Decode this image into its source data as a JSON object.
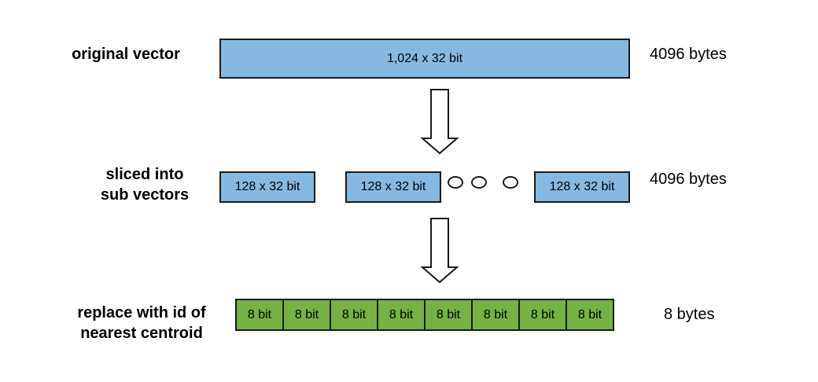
{
  "rows": {
    "original": {
      "label": "original vector",
      "box": "1,024 x 32 bit",
      "size": "4096 bytes"
    },
    "sliced": {
      "label_line1": "sliced into",
      "label_line2": "sub vectors",
      "boxes": [
        "128 x 32 bit",
        "128 x 32 bit",
        "128 x 32 bit"
      ],
      "size": "4096 bytes"
    },
    "replaced": {
      "label_line1": "replace with id of",
      "label_line2": "nearest centroid",
      "cells": [
        "8 bit",
        "8 bit",
        "8 bit",
        "8 bit",
        "8 bit",
        "8 bit",
        "8 bit",
        "8 bit"
      ],
      "size": "8 bytes"
    }
  },
  "colors": {
    "blue": "#86b9e0",
    "green": "#76b144",
    "outline": "#1a1a1a"
  }
}
